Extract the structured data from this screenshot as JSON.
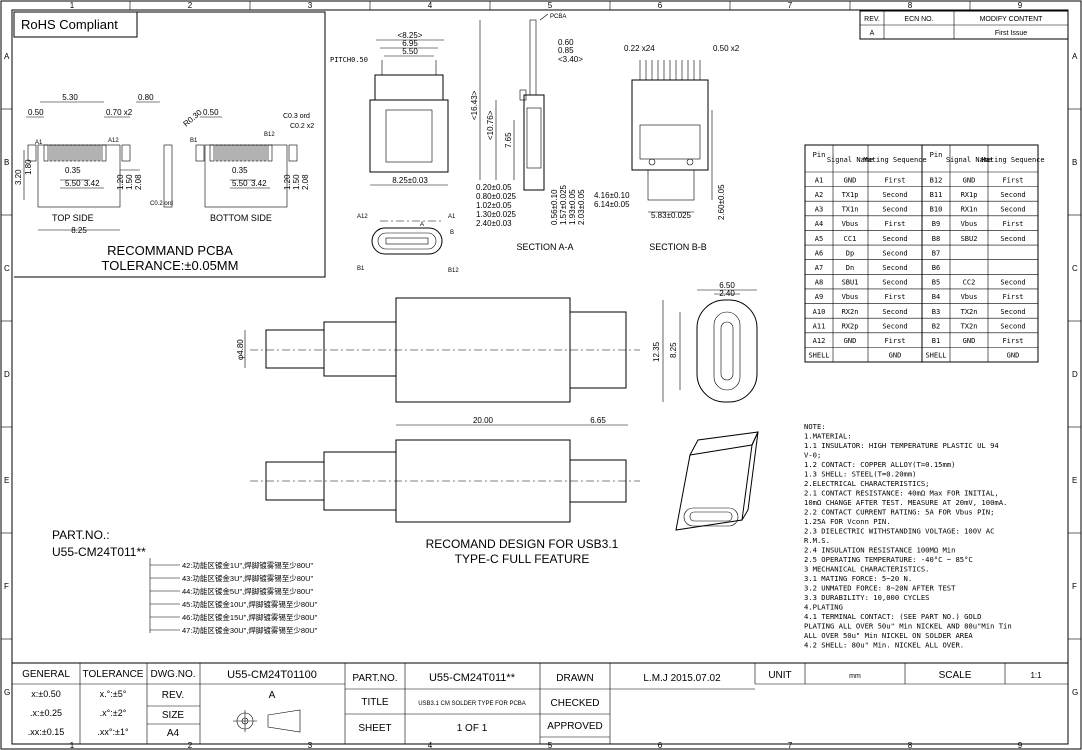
{
  "border": {
    "columns": [
      "1",
      "2",
      "3",
      "4",
      "5",
      "6",
      "7",
      "8",
      "9"
    ],
    "rows": [
      "A",
      "B",
      "C",
      "D",
      "E",
      "F",
      "G"
    ]
  },
  "rohs": "RoHS Compliant",
  "revision": {
    "headers": [
      "REV.",
      "ECN NO.",
      "MODIFY CONTENT"
    ],
    "rows": [
      [
        "A",
        "",
        "First Issue"
      ]
    ]
  },
  "pcba": {
    "title": "RECOMMAND PCBA",
    "tolerance": "TOLERANCE:±0.05MM",
    "top_label": "TOP SIDE",
    "bottom_label": "BOTTOM SIDE",
    "dims": {
      "d530": "5.30",
      "d050a": "0.50",
      "d070": "0.70 x2",
      "d080": "0.80",
      "d320": "3.20",
      "d180": "1.80",
      "d035a": "0.35",
      "d550a": "5.50",
      "d342a": "3.42",
      "d120": "1.20",
      "d150": "1.50",
      "d208": "2.08",
      "d825": "8.25",
      "d030": "R0.30",
      "d050b": "0.50",
      "d03": "C0.3 ord",
      "d02": "C0.2 x2",
      "d035b": "0.35",
      "d550b": "5.50",
      "d342b": "3.42",
      "d120b": "1.20",
      "d150b": "1.50",
      "d208b": "2.08",
      "d02ord": "C0.2 ord",
      "a1": "A1",
      "a12": "A12",
      "b1": "B1",
      "b12": "B12"
    }
  },
  "front": {
    "pitch": "PITCH0.50",
    "d825": "<8.25>",
    "d695": "6.95",
    "d550": "5.50",
    "d825b": "8.25±0.03",
    "a12": "A12",
    "a1": "A1",
    "b1": "B1",
    "b12": "B12",
    "a": "A",
    "b": "B"
  },
  "sectionA": {
    "label": "SECTION A-A",
    "pcba": "PCBA",
    "dims": [
      "0.60",
      "0.85",
      "<3.40>",
      "<16.43>",
      "<10.76>",
      "7.65",
      "0.20±0.05",
      "0.80±0.025",
      "1.02±0.05",
      "1.30±0.025",
      "2.40±0.03",
      "0.56±0.10",
      "1.57±0.025",
      "1.93±0.05",
      "2.03±0.05"
    ]
  },
  "sectionB": {
    "label": "SECTION B-B",
    "dims": [
      "0.22 x24",
      "0.50 x2",
      "4.16±0.10",
      "6.14±0.05",
      "5.83±0.025",
      "2.60±0.05"
    ]
  },
  "pin_table": {
    "headers": [
      "Pin",
      "Signal Name",
      "Mating Sequence",
      "Pin",
      "Signal Name",
      "Mating Sequence"
    ],
    "rows": [
      [
        "A1",
        "GND",
        "First",
        "B12",
        "GND",
        "First"
      ],
      [
        "A2",
        "TX1p",
        "Second",
        "B11",
        "RX1p",
        "Second"
      ],
      [
        "A3",
        "TX1n",
        "Second",
        "B10",
        "RX1n",
        "Second"
      ],
      [
        "A4",
        "Vbus",
        "First",
        "B9",
        "Vbus",
        "First"
      ],
      [
        "A5",
        "CC1",
        "Second",
        "B8",
        "SBU2",
        "Second"
      ],
      [
        "A6",
        "Dp",
        "Second",
        "B7",
        "",
        ""
      ],
      [
        "A7",
        "Dn",
        "Second",
        "B6",
        "",
        ""
      ],
      [
        "A8",
        "SBU1",
        "Second",
        "B5",
        "CC2",
        "Second"
      ],
      [
        "A9",
        "Vbus",
        "First",
        "B4",
        "Vbus",
        "First"
      ],
      [
        "A10",
        "RX2n",
        "Second",
        "B3",
        "TX2n",
        "Second"
      ],
      [
        "A11",
        "RX2p",
        "Second",
        "B2",
        "TX2n",
        "Second"
      ],
      [
        "A12",
        "GND",
        "First",
        "B1",
        "GND",
        "First"
      ],
      [
        "SHELL",
        "",
        "GND",
        "SHELL",
        "",
        "GND"
      ]
    ]
  },
  "side": {
    "d20": "20.00",
    "d665": "6.65",
    "d480": "φ4.80"
  },
  "endview": {
    "d650": "6.50",
    "d240": "2.40",
    "d1235": "12.35",
    "d825": "8.25"
  },
  "notes": [
    "NOTE:",
    "1.MATERIAL:",
    "   1.1 INSULATOR: HIGH TEMPERATURE PLASTIC UL 94",
    "V-0;",
    "   1.2 CONTACT: COPPER ALLOY(T=0.15mm)",
    "   1.3 SHELL: STEEL(T=0.20mm)",
    "2.ELECTRICAL CHARACTERISTICS;",
    "   2.1 CONTACT RESISTANCE: 40mΩ Max FOR INITIAL,",
    "10mΩ CHANGE AFTER TEST. MEASURE AT 20mV, 100mA.",
    "   2.2 CONTACT CURRENT RATING: 5A FOR Vbus PIN;",
    "1.25A FOR Vconn PIN.",
    "   2.3 DIELECTRIC WITHSTANDING VOLTAGE: 100V AC",
    "R.M.S.",
    "   2.4 INSULATION RESISTANCE 100MΩ Min",
    "   2.5 OPERATING TEMPERATURE: -40°C ~ 85°C",
    "3 MECHANICAL CHARACTERISTICS.",
    "   3.1 MATING FORCE: 5~20 N.",
    "   3.2 UNMATED FORCE: 8~20N AFTER TEST",
    "   3.3 DURABILITY: 10,000 CYCLES",
    "4.PLATING",
    "   4.1 TERMINAL CONTACT: (SEE PART NO.) GOLD",
    "PLATING ALL OVER 50u\" Min NICKEL AND 80u\"Min Tin",
    "ALL OVER 50u\" Min NICKEL ON SOLDER AREA",
    "   4.2 SHELL: 80u\" Min. NICKEL ALL OVER."
  ],
  "part": {
    "label": "PART.NO.:",
    "number": "U55-CM24T011**",
    "options": [
      "42:功能区镀金1U\",焊脚镀雾锡至少80U\"",
      "43:功能区镀金3U\",焊脚镀雾锡至少80U\"",
      "44:功能区镀金5U\",焊脚镀雾锡至少80U\"",
      "45:功能区镀金10U\",焊脚镀雾锡至少80U\"",
      "46:功能区镀金15U\",焊脚镀雾锡至少80U\"",
      "47:功能区镀金30U\",焊脚镀雾锡至少80U\""
    ]
  },
  "design_title": [
    "RECOMAND DESIGN FOR USB3.1",
    "TYPE-C FULL FEATURE"
  ],
  "title_block": {
    "general": "GENERAL",
    "tolerance": "TOLERANCE",
    "dwg_no_label": "DWG.NO.",
    "dwg_no": "U55-CM24T01100",
    "tol_rows": [
      [
        "x:±0.50",
        "x.°:±5°"
      ],
      [
        ".x:±0.25",
        ".x°:±2°"
      ],
      [
        ".xx:±0.15",
        ".xx°:±1°"
      ]
    ],
    "rev_label": "REV.",
    "rev": "A",
    "size_label": "SIZE",
    "size": "A4",
    "part_label": "PART.NO.",
    "part_no": "U55-CM24T011**",
    "title_label": "TITLE",
    "title": "USB3.1 CM SOLDER TYPE FOR PCBA",
    "sheet_label": "SHEET",
    "sheet": "1  OF  1",
    "drawn_label": "DRAWN",
    "drawn": "L.M.J  2015.07.02",
    "checked_label": "CHECKED",
    "approved_label": "APPROVED",
    "unit_label": "UNIT",
    "unit": "mm",
    "scale_label": "SCALE",
    "scale": "1:1"
  }
}
